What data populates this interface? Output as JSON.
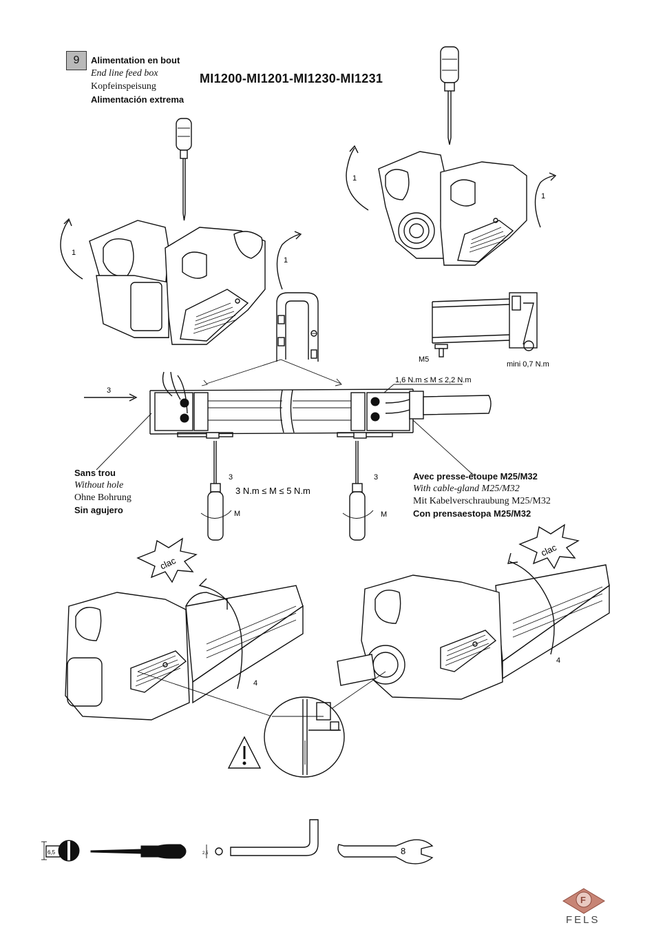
{
  "step": {
    "number": "9",
    "title_fr": "Alimentation en bout",
    "title_en": "End line feed box",
    "title_de": "Kopfeinspeisung",
    "title_es": "Alimentación extrema",
    "models": "MI1200-MI1201-MI1230-MI1231"
  },
  "labels": {
    "rotate_1": "1",
    "push_3": "3",
    "screw_3": "3",
    "slide_4": "4",
    "torque_M": "M",
    "m5": "M5",
    "mini_torque": "mini 0,7 N.m",
    "torque_range_small": "1,6 N.m ≤ M ≤ 2,2 N.m",
    "torque_range_big": "3 N.m ≤ M ≤ 5 N.m",
    "clac": "clac"
  },
  "no_hole": {
    "fr": "Sans trou",
    "en": "Without hole",
    "de": "Ohne Bohrung",
    "es": "Sin agujero"
  },
  "with_gland": {
    "fr": "Avec presse-étoupe M25/M32",
    "en": "With cable-gland M25/M32",
    "de": "Mit Kabelverschraubung M25/M32",
    "es": "Con prensaestopa M25/M32"
  },
  "tools": {
    "screwdriver_size": "6,5",
    "hex_key_size": "2,5",
    "wrench_size": "8"
  },
  "brand": {
    "name": "FELS",
    "icon": "fels-logo-icon",
    "color": "#b05a4a"
  },
  "icons": [
    "screwdriver-icon",
    "hex-key-icon",
    "wrench-icon",
    "warning-icon",
    "rotate-arrow-icon",
    "push-arrow-icon"
  ]
}
